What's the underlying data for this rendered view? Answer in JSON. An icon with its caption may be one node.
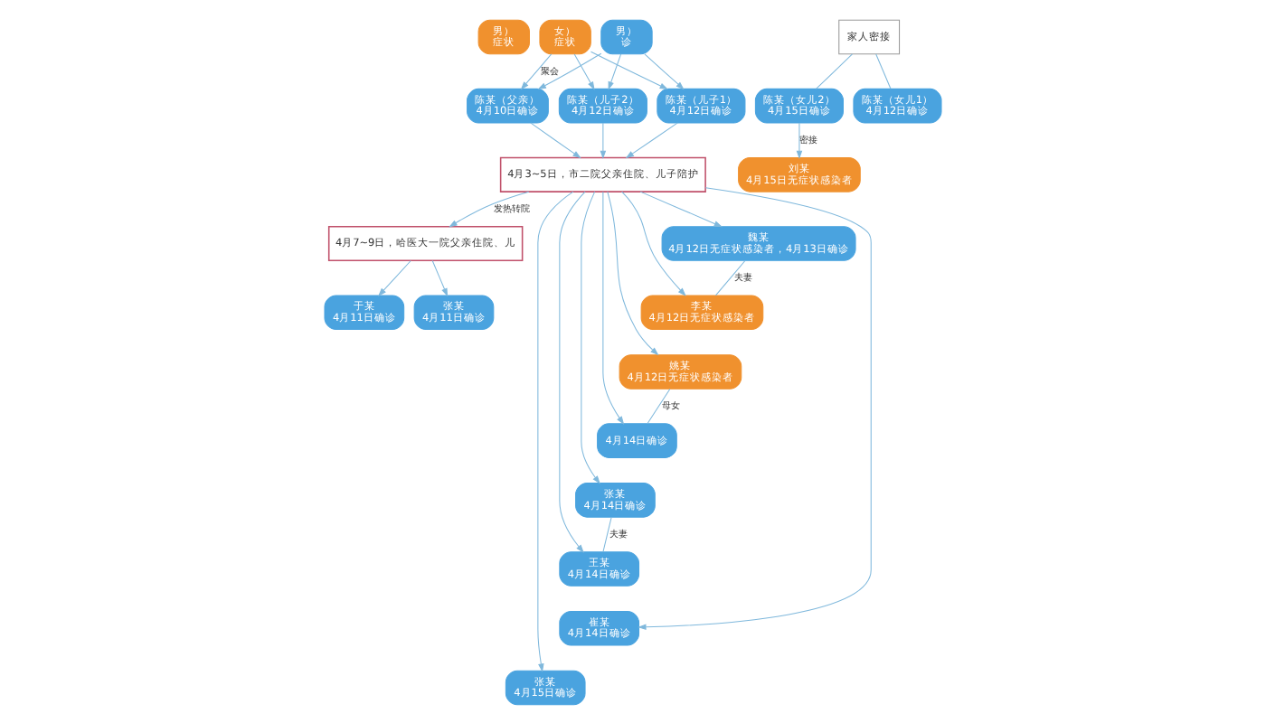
{
  "diagram": {
    "nodes": [
      {
        "text": [
          "男）",
          "症状"
        ]
      },
      {
        "text": [
          "女）",
          "症状"
        ]
      },
      {
        "text": [
          "男）",
          "诊"
        ]
      },
      {
        "text": [
          "陈某（女儿2）",
          "4月15日确诊"
        ]
      },
      {
        "text": [
          "陈某（女儿1）",
          "4月12日确诊"
        ]
      },
      {
        "text": [
          "陈某（父亲）",
          "4月10日确诊"
        ]
      },
      {
        "text": [
          "陈某（儿子1）",
          "4月12日确诊"
        ]
      },
      {
        "text": [
          "陈某（儿子2）",
          "4月12日确诊"
        ]
      },
      {
        "text": [
          "家人密接"
        ]
      },
      {
        "text": [
          "刘某",
          "4月15日无症状感染者"
        ]
      },
      {
        "text": [
          "4月3~5日，市二院父亲住院、儿子陪护"
        ]
      },
      {
        "text": [
          "4月7~9日，哈医大一院父亲住院、儿"
        ]
      },
      {
        "text": [
          "魏某",
          "4月12日无症状感染者，4月13日确诊"
        ]
      },
      {
        "text": [
          "李某",
          "4月12日无症状感染者"
        ]
      },
      {
        "text": [
          "姚某",
          "4月12日无症状感染者"
        ]
      },
      {
        "text": [
          "4月14日确诊"
        ]
      },
      {
        "text": [
          "张某",
          "4月14日确诊"
        ]
      },
      {
        "text": [
          "王某",
          "4月14日确诊"
        ]
      },
      {
        "text": [
          "崔某",
          "4月14日确诊"
        ]
      },
      {
        "text": [
          "张某",
          "4月15日确诊"
        ]
      },
      {
        "text": [
          "于某",
          "4月11日确诊"
        ]
      },
      {
        "text": [
          "张某",
          "4月11日确诊"
        ]
      }
    ],
    "edges": [
      {
        "from": 1,
        "to": 5,
        "arrow": "to",
        "label": "聚会"
      },
      {
        "from": 1,
        "to": 6,
        "arrow": "to"
      },
      {
        "from": 1,
        "to": 7,
        "arrow": "to"
      },
      {
        "from": 2,
        "to": 5,
        "arrow": "to"
      },
      {
        "from": 2,
        "to": 6,
        "arrow": "to"
      },
      {
        "from": 2,
        "to": 7,
        "arrow": "to"
      },
      {
        "from": 8,
        "to": 3,
        "arrow": "none"
      },
      {
        "from": 8,
        "to": 4,
        "arrow": "none"
      },
      {
        "from": 3,
        "to": 9,
        "arrow": "to",
        "label": "密接"
      },
      {
        "from": 5,
        "to": 10,
        "arrow": "to"
      },
      {
        "from": 6,
        "to": 10,
        "arrow": "to"
      },
      {
        "from": 7,
        "to": 10,
        "arrow": "to"
      },
      {
        "from": 10,
        "to": 11,
        "arrow": "to",
        "label": "发热转院"
      },
      {
        "from": 10,
        "to": 12,
        "arrow": "to"
      },
      {
        "from": 10,
        "to": 13,
        "arrow": "to"
      },
      {
        "from": 10,
        "to": 14,
        "arrow": "to"
      },
      {
        "from": 10,
        "to": 15,
        "arrow": "to"
      },
      {
        "from": 10,
        "to": 16,
        "arrow": "to"
      },
      {
        "from": 10,
        "to": 17,
        "arrow": "to"
      },
      {
        "from": 10,
        "to": 18,
        "arrow": "to"
      },
      {
        "from": 10,
        "to": 19,
        "arrow": "to"
      },
      {
        "from": 11,
        "to": 20,
        "arrow": "to"
      },
      {
        "from": 11,
        "to": 21,
        "arrow": "to"
      },
      {
        "from": 12,
        "to": 13,
        "arrow": "none",
        "label": "夫妻"
      },
      {
        "from": 14,
        "to": 15,
        "arrow": "none",
        "label": "母女"
      },
      {
        "from": 16,
        "to": 17,
        "arrow": "none",
        "label": "夫妻"
      }
    ]
  }
}
